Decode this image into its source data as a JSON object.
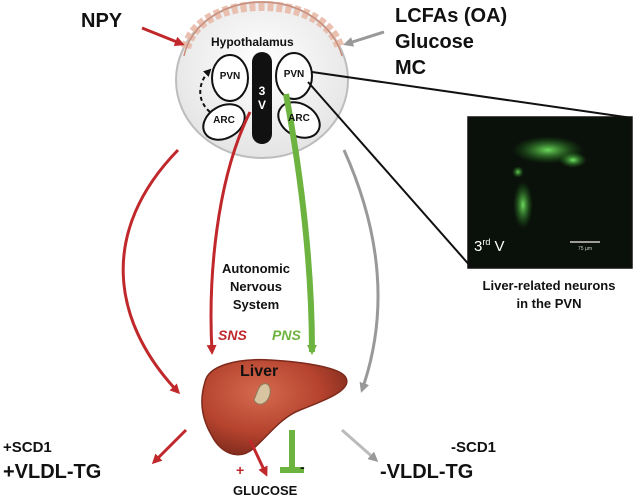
{
  "inputs": {
    "npy": "NPY",
    "right": [
      "LCFAs (OA)",
      "Glucose",
      "MC"
    ]
  },
  "brain": {
    "title": "Hypothalamus",
    "pvn_left": "PVN",
    "arc_left": "ARC",
    "third_ventricle": "3 V",
    "pvn_right": "PVN",
    "arc_right": "ARC"
  },
  "micrograph": {
    "ventricle_label_base": "3",
    "ventricle_label_sup": "rd",
    "ventricle_label_tail": "V",
    "scale_text": "75 µm",
    "caption_line1": "Liver-related  neurons",
    "caption_line2": "in the PVN"
  },
  "ans": {
    "line1": "Autonomic",
    "line2": "Nervous",
    "line3": "System",
    "sns": "SNS",
    "pns": "PNS"
  },
  "liver": {
    "label": "Liver"
  },
  "outputs": {
    "left_top": "+SCD1",
    "left_bottom": "+VLDL-TG",
    "right_top": "-SCD1",
    "right_bottom": "-VLDL-TG",
    "glucose": "GLUCOSE",
    "plus": "+",
    "minus": "-"
  },
  "colors": {
    "red": "#c0282b",
    "green": "#6db33f",
    "gray": "#999999",
    "liver": "#b5432e",
    "black": "#111111"
  }
}
